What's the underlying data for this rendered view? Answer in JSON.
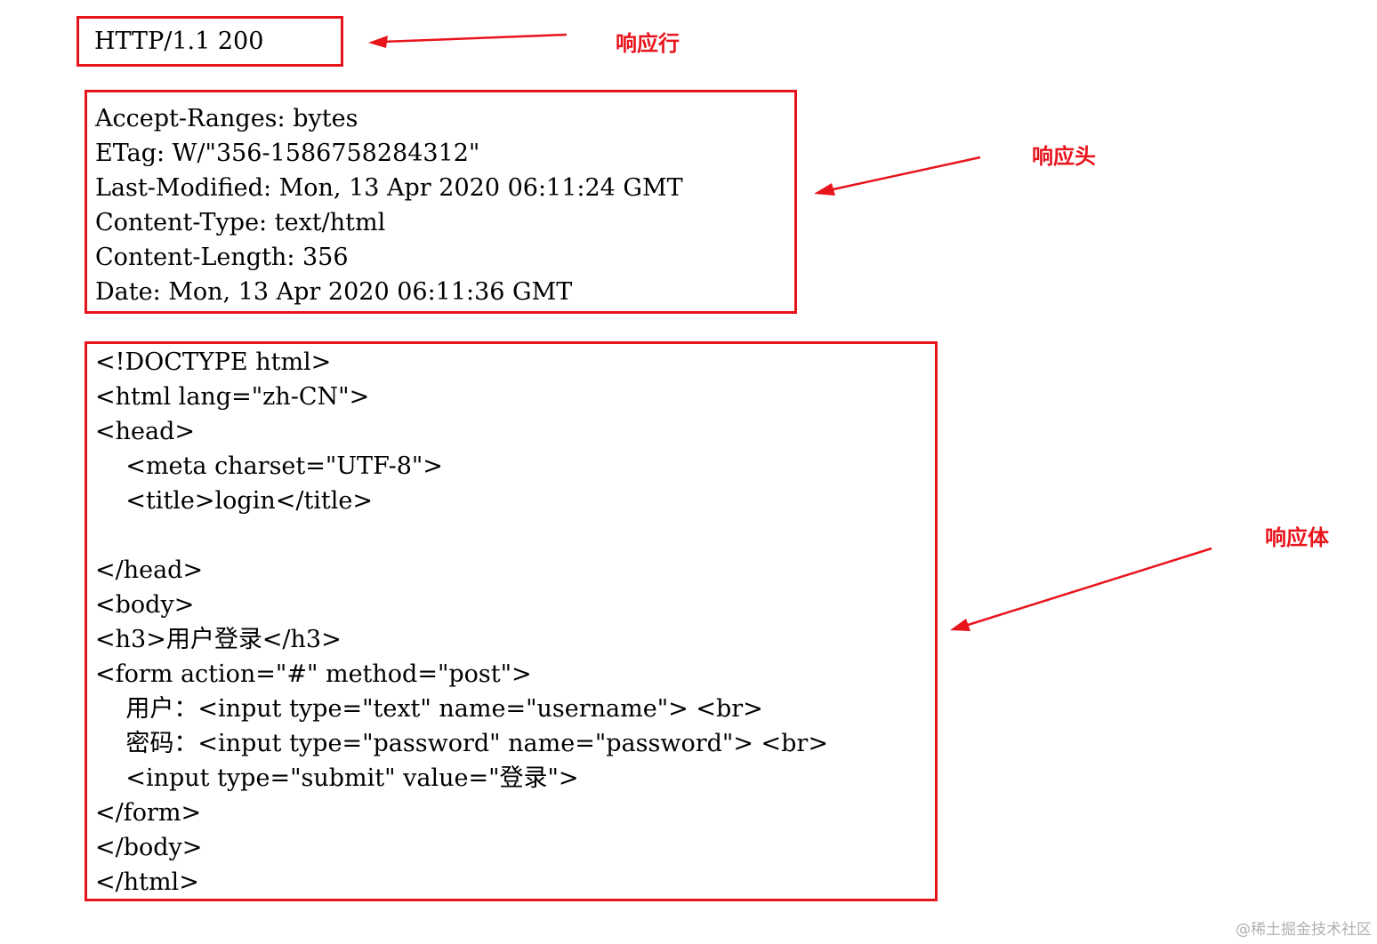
{
  "status_line": {
    "text": "HTTP/1.1 200",
    "label": "响应行"
  },
  "headers": {
    "lines": [
      "Accept-Ranges: bytes",
      "ETag: W/\"356-1586758284312\"",
      "Last-Modified: Mon, 13 Apr 2020 06:11:24 GMT",
      "Content-Type: text/html",
      "Content-Length: 356",
      "Date: Mon, 13 Apr 2020 06:11:36 GMT"
    ],
    "label": "响应头"
  },
  "body": {
    "lines": [
      "<!DOCTYPE html>",
      "<html lang=\"zh-CN\">",
      "<head>",
      "    <meta charset=\"UTF-8\">",
      "    <title>login</title>",
      "",
      "</head>",
      "<body>",
      "<h3>用户登录</h3>",
      "<form action=\"#\" method=\"post\">",
      "    用户：<input type=\"text\" name=\"username\"> <br>",
      "    密码：<input type=\"password\" name=\"password\"> <br>",
      "    <input type=\"submit\" value=\"登录\">",
      "</form>",
      "</body>",
      "</html>"
    ],
    "label": "响应体"
  },
  "watermark": "@稀土掘金技术社区",
  "colors": {
    "annotation": "#e8141c"
  }
}
